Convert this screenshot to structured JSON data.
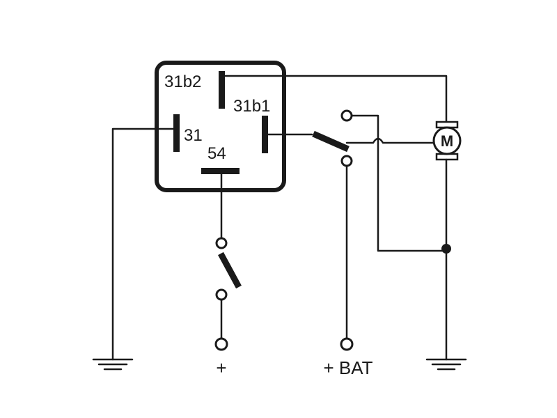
{
  "relay": {
    "pins": {
      "p31b2": "31b2",
      "p31b1": "31b1",
      "p31": "31",
      "p54": "54"
    }
  },
  "motor": {
    "letter": "M"
  },
  "terminals": {
    "plus": "+",
    "bat": "+ BAT"
  }
}
